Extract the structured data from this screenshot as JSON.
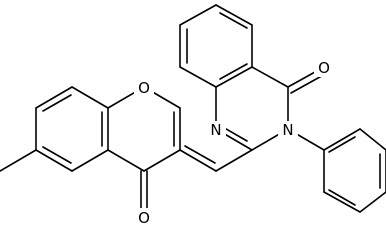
{
  "structure": {
    "atom_labels": {
      "quinazolinone_carbonyl_o": "O",
      "n1": "N",
      "n3": "N",
      "chromone_ring_o": "O",
      "chromone_carbonyl_o": "O"
    }
  }
}
